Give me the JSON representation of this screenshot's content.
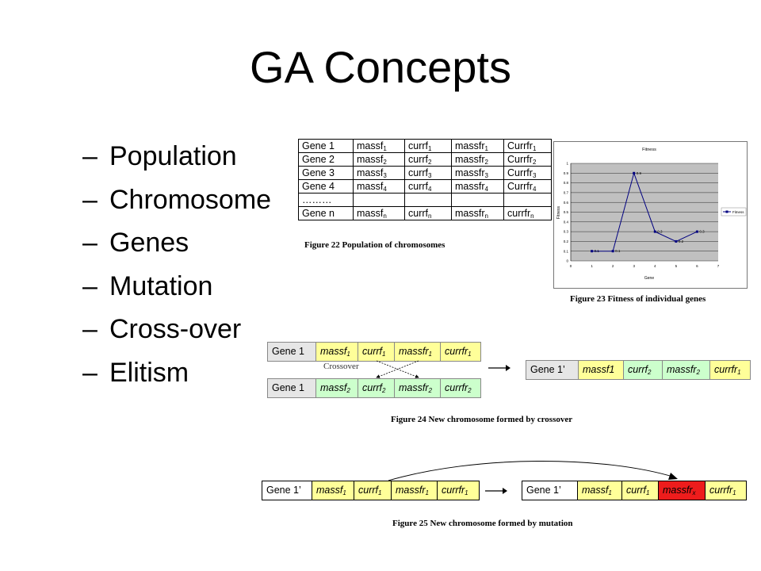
{
  "title": "GA Concepts",
  "bullets": [
    "Population",
    "Chromosome",
    "Genes",
    "Mutation",
    "Cross-over",
    "Elitism"
  ],
  "population_table": {
    "rows": [
      [
        "Gene 1",
        "massf",
        "1",
        "currf",
        "1",
        "massfr",
        "1",
        "Currfr",
        "1"
      ],
      [
        "Gene 2",
        "massf",
        "2",
        "currf",
        "2",
        "massfr",
        "2",
        "Currfr",
        "2"
      ],
      [
        "Gene 3",
        "massf",
        "3",
        "currf",
        "3",
        "massfr",
        "3",
        "Currfr",
        "3"
      ],
      [
        "Gene 4",
        "massf",
        "4",
        "currf",
        "4",
        "massfr",
        "4",
        "Currfr",
        "4"
      ],
      [
        "………",
        "",
        "",
        "",
        "",
        "",
        "",
        "",
        ""
      ],
      [
        "Gene n",
        "massf",
        "n",
        "currf",
        "n",
        "massfr",
        "n",
        "currfr",
        "n"
      ]
    ],
    "caption": "Figure 22 Population of chromosomes"
  },
  "fitness_chart": {
    "caption": "Figure 23 Fitness of individual genes",
    "chart_data": {
      "type": "line",
      "title": "Fitness",
      "xlabel": "Gene",
      "ylabel": "Fitness",
      "x": [
        1,
        2,
        3,
        4,
        5,
        6
      ],
      "series": [
        {
          "name": "Fitness",
          "values": [
            0.1,
            0.1,
            0.9,
            0.3,
            0.2,
            0.3
          ],
          "labels": [
            "0.1",
            "0.1",
            "0.9",
            "0.3",
            "0.2",
            "0.3"
          ]
        }
      ],
      "xlim": [
        0,
        7
      ],
      "ylim": [
        0,
        1
      ],
      "xticks": [
        "0",
        "1",
        "2",
        "3",
        "4",
        "5",
        "6",
        "7"
      ],
      "yticks": [
        "0",
        "0.1",
        "0.2",
        "0.3",
        "0.4",
        "0.5",
        "0.6",
        "0.7",
        "0.8",
        "0.9",
        "1"
      ],
      "grid": true,
      "legend": "right"
    },
    "colors": {
      "plot_bg": "#c0c0c0",
      "line": "#000080"
    }
  },
  "crossover": {
    "parent1": {
      "gene": "Gene 1",
      "cells": [
        [
          "massf",
          "1"
        ],
        [
          "currf",
          "1"
        ],
        [
          "massfr",
          "1"
        ],
        [
          "currfr",
          "1"
        ]
      ]
    },
    "parent2": {
      "gene": "Gene 1",
      "cells": [
        [
          "massf",
          "2"
        ],
        [
          "currf",
          "2"
        ],
        [
          "massfr",
          "2"
        ],
        [
          "currfr",
          "2"
        ]
      ]
    },
    "label": "Crossover",
    "child": {
      "gene": "Gene 1’",
      "cells": [
        [
          "massf1",
          ""
        ],
        [
          "currf",
          "2"
        ],
        [
          "massfr",
          "2"
        ],
        [
          "currfr",
          "1"
        ]
      ]
    },
    "caption": "Figure 24 New chromosome formed by crossover"
  },
  "mutation": {
    "before": {
      "gene": "Gene 1’",
      "cells": [
        [
          "massf",
          "1"
        ],
        [
          "currf",
          "1"
        ],
        [
          "massfr",
          "1"
        ],
        [
          "currfr",
          "1"
        ]
      ]
    },
    "after": {
      "gene": "Gene 1’",
      "cells": [
        [
          "massf",
          "1"
        ],
        [
          "currf",
          "1"
        ],
        [
          "massfr",
          "x"
        ],
        [
          "currfr",
          "1"
        ]
      ]
    },
    "caption": "Figure 25 New chromosome formed by mutation"
  }
}
